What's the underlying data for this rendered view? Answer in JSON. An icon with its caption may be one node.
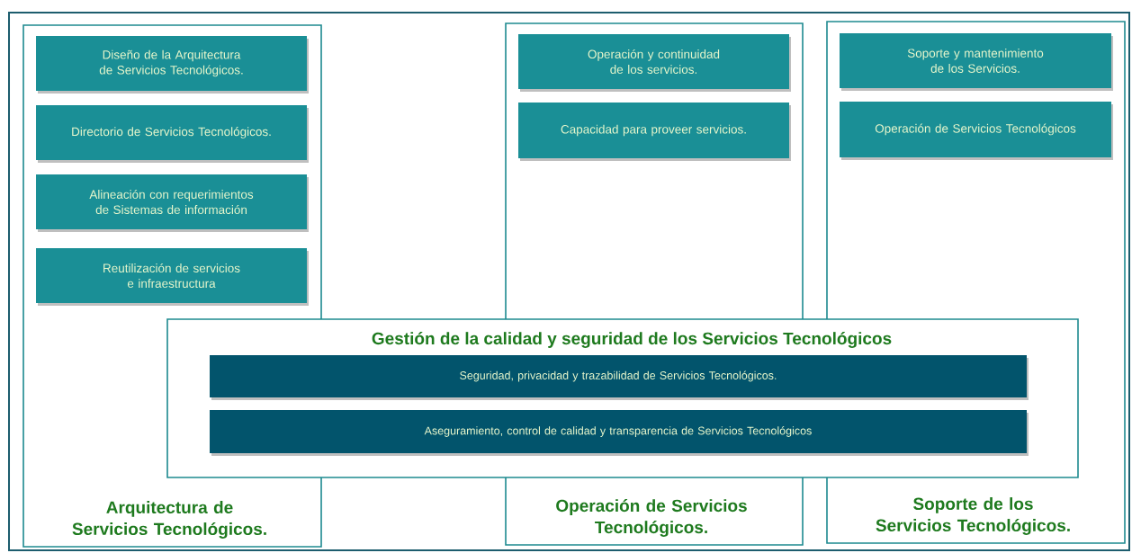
{
  "diagram": {
    "nodes": [
      {
        "text": [],
        "shape": "box"
      },
      {
        "text": [
          "Arquitectura de Servicios Tecnológicos."
        ],
        "in": 0
      },
      {
        "text": [
          "Diseño de la Arquitectura de Servicios Tecnológicos."
        ],
        "in": 1
      },
      {
        "text": [
          "Directorio de Servicios Tecnológicos."
        ],
        "in": 1
      },
      {
        "text": [
          "Alineación con requerimientos de Sistemas de información"
        ],
        "in": 1
      },
      {
        "text": [
          "Reutilización de servicios e infraestructura"
        ],
        "in": 1
      },
      {
        "text": [
          "Operación de Servicios Tecnológicos."
        ],
        "in": 0
      },
      {
        "text": [
          "Operación y continuidad de los servicios."
        ],
        "in": 6
      },
      {
        "text": [
          "Capacidad para proveer servicios."
        ],
        "in": 6
      },
      {
        "text": [
          "Soporte de los Servicios Tecnológicos."
        ],
        "in": 0
      },
      {
        "text": [
          "Soporte y mantenimiento de los Servicios."
        ],
        "in": 9
      },
      {
        "text": [
          "Operación de Servicios Tecnológicos"
        ],
        "in": 9
      },
      {
        "text": [
          "Gestión de la calidad y seguridad de los Servicios Tecnológicos"
        ],
        "in": 0
      },
      {
        "text": [
          "Seguridad, privacidad y trazabilidad de Servicios Tecnológicos."
        ],
        "in": 12
      },
      {
        "text": [
          "Aseguramiento, control de calidad y transparencia de Servicios Tecnológicos"
        ],
        "in": 12
      }
    ]
  }
}
